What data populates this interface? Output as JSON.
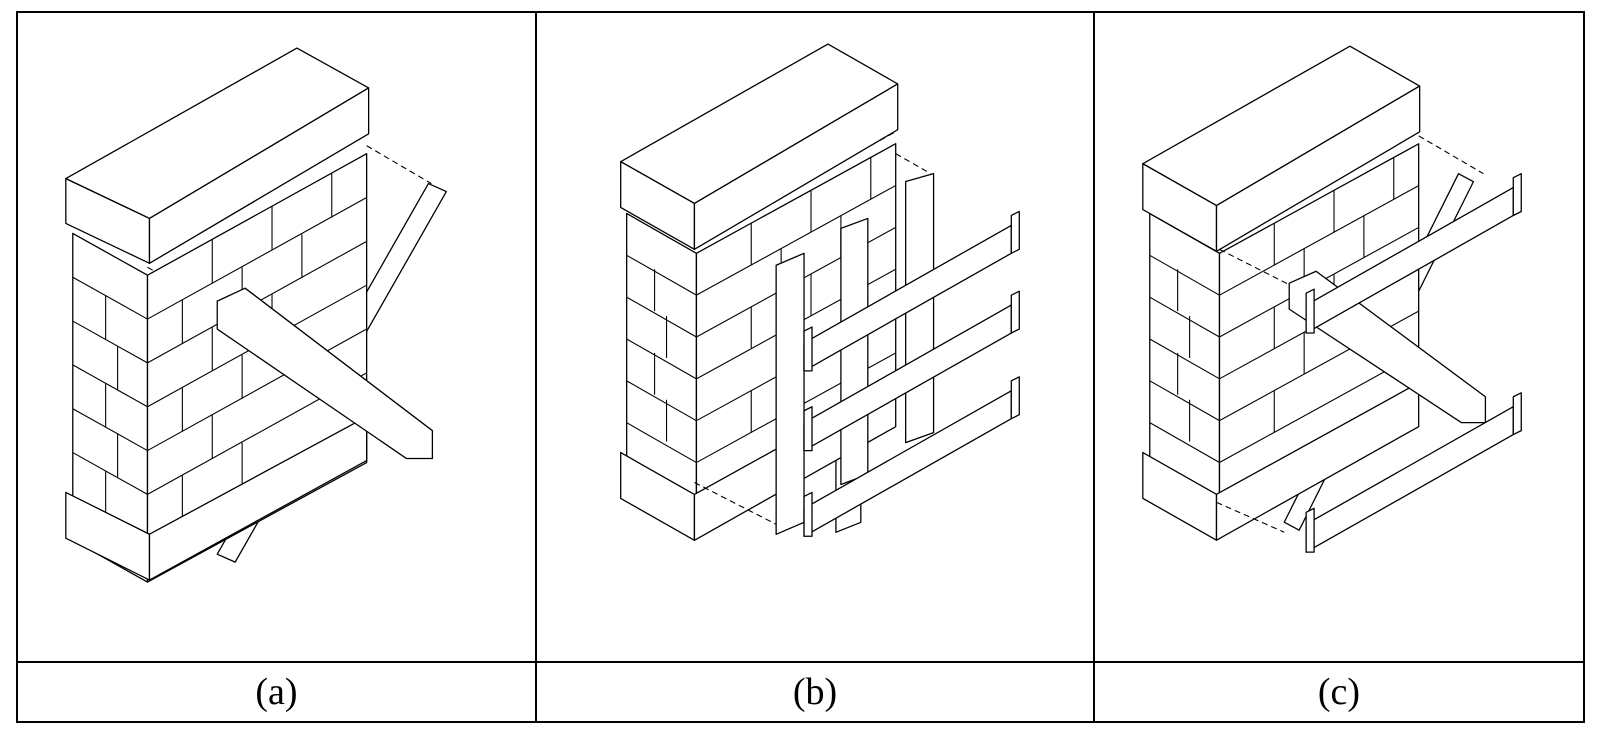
{
  "panels": [
    {
      "label": "(a)",
      "depicts": "brick pier with diagonal crossing braces"
    },
    {
      "label": "(b)",
      "depicts": "brick pier with vertical posts and horizontal channel rails"
    },
    {
      "label": "(c)",
      "depicts": "brick pier with X-bracing and horizontal channel rails"
    }
  ],
  "colors": {
    "line": "#000000",
    "background": "#ffffff"
  }
}
